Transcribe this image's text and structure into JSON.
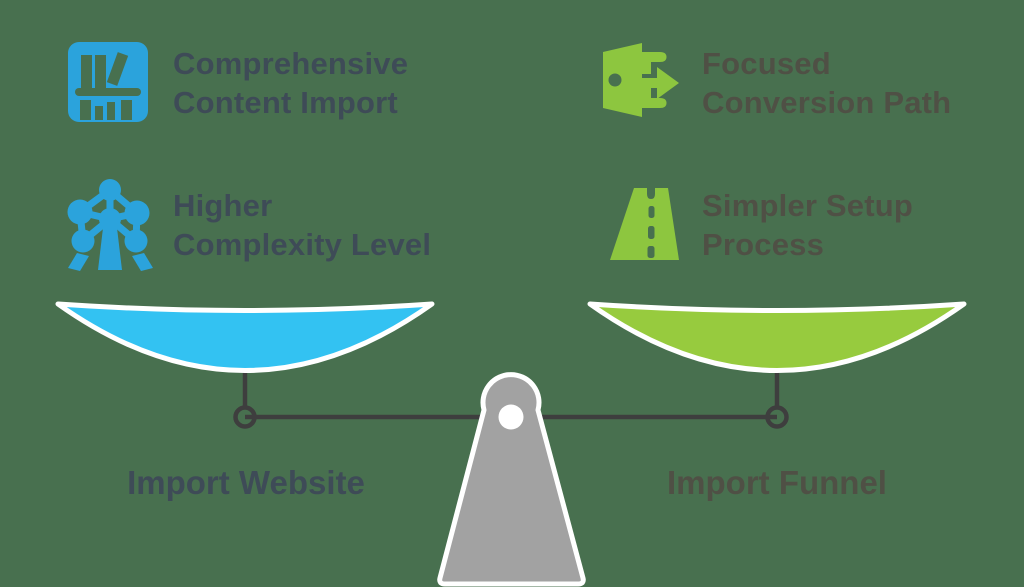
{
  "features": [
    {
      "id": "comprehensive-content-import",
      "icon": "bookshelf-icon",
      "line1": "Comprehensive",
      "line2": "Content Import",
      "side": "left"
    },
    {
      "id": "higher-complexity-level",
      "icon": "atomium-structure-icon",
      "line1": "Higher",
      "line2": "Complexity Level",
      "side": "left"
    },
    {
      "id": "focused-conversion-path",
      "icon": "exit-door-arrow-icon",
      "line1": "Focused",
      "line2": "Conversion Path",
      "side": "right"
    },
    {
      "id": "simpler-setup-process",
      "icon": "road-icon",
      "line1": "Simpler Setup",
      "line2": "Process",
      "side": "right"
    }
  ],
  "scale": {
    "left_label": "Import Website",
    "right_label": "Import Funnel"
  },
  "colors": {
    "bg": "#48704F",
    "blue_icon": "#2BA3DC",
    "blue_pan": "#33C2F2",
    "green_icon": "#8DC63F",
    "green_pan": "#97CB3E",
    "fulcrum_gray": "#A2A2A2",
    "beam_dark": "#3E3E3E",
    "text_left": "#3E4B57",
    "text_right": "#4F5045"
  }
}
